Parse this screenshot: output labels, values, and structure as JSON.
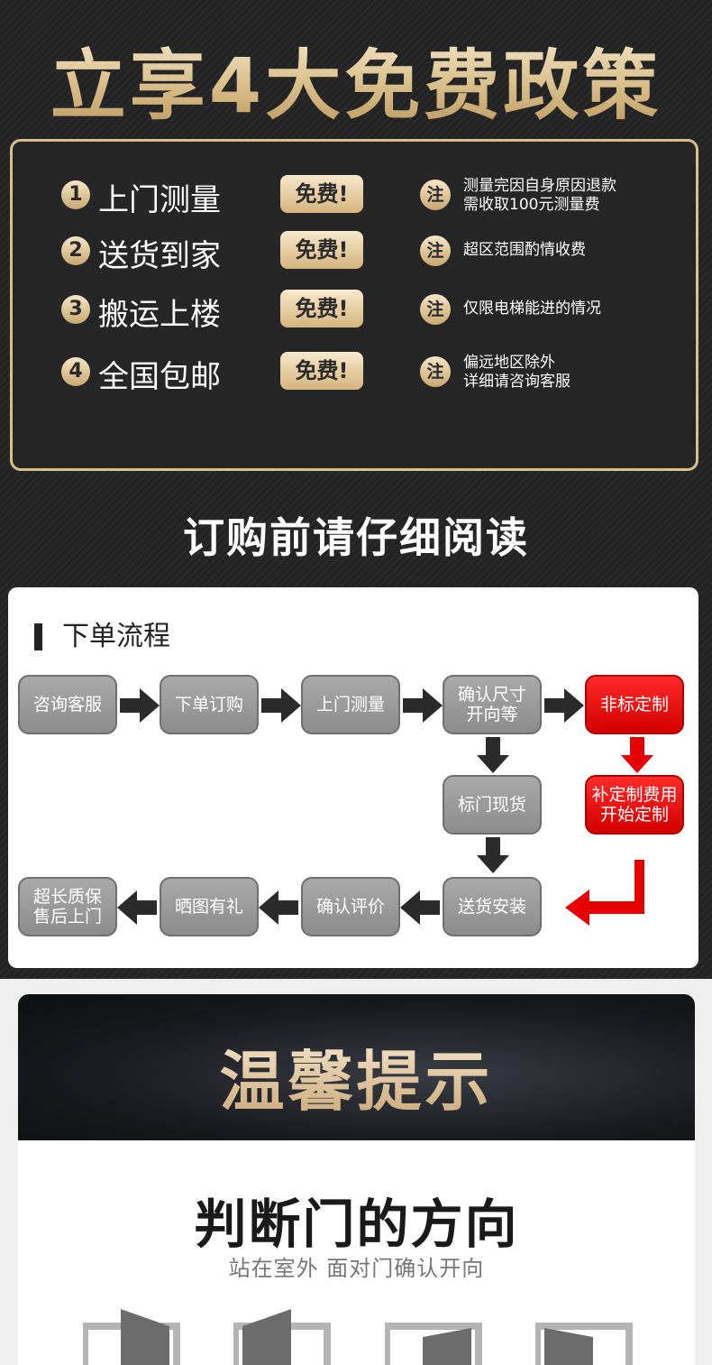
{
  "banner": {
    "title": "立享4大免费政策"
  },
  "policies": [
    {
      "num": "1",
      "label": "上门测量",
      "badge": "免费!",
      "note_icon": "注",
      "note_line1": "测量完因自身原因退款",
      "note_line2": "需收取100元测量费"
    },
    {
      "num": "2",
      "label": "送货到家",
      "badge": "免费!",
      "note_icon": "注",
      "note_line1": "超区范围酌情收费",
      "note_line2": ""
    },
    {
      "num": "3",
      "label": "搬运上楼",
      "badge": "免费!",
      "note_icon": "注",
      "note_line1": "仅限电梯能进的情况",
      "note_line2": ""
    },
    {
      "num": "4",
      "label": "全国包邮",
      "badge": "免费!",
      "note_icon": "注",
      "note_line1": "偏远地区除外",
      "note_line2": "详细请咨询客服"
    }
  ],
  "notice": {
    "title": "订购前请仔细阅读"
  },
  "flow": {
    "heading": "下单流程",
    "steps": {
      "consult": "咨询客服",
      "order": "下单订购",
      "measure": "上门测量",
      "confirm_size": [
        "确认尺寸",
        "开向等"
      ],
      "custom": "非标定制",
      "standard": "标门现货",
      "extra_fee": [
        "补定制费用",
        "开始定制"
      ],
      "delivery": "送货安装",
      "review": "确认评价",
      "gift": "晒图有礼",
      "warranty": [
        "超长质保",
        "售后上门"
      ]
    },
    "colors": {
      "step_gray": "#9a9a9a",
      "step_red": "#e60000",
      "arrow_dark": "#2b2b2b",
      "arrow_red": "#e60000"
    }
  },
  "tips": {
    "title": "温馨提示",
    "door_title": "判断门的方向",
    "door_subtitle": "站在室外 面对门确认开向",
    "door_icons": [
      "door-left-pull-icon",
      "door-right-pull-icon",
      "door-left-push-icon",
      "door-right-push-icon"
    ]
  },
  "theme": {
    "gold": "#d8bf8c",
    "dark": "#232323"
  }
}
